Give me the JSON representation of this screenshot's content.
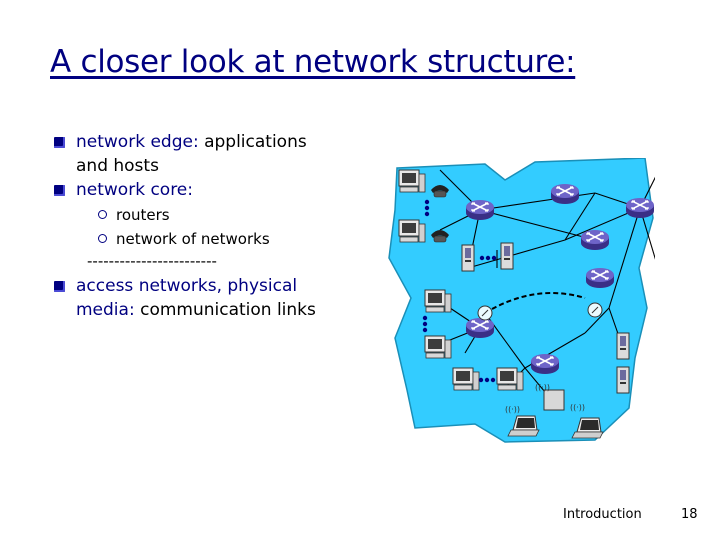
{
  "slide": {
    "title": "A closer look at network structure:",
    "bullets": [
      {
        "highlight": "network edge:",
        "rest": " applications",
        "cont": "and hosts"
      },
      {
        "highlight": "network core:",
        "rest": ""
      }
    ],
    "sub_bullets": [
      "routers",
      "network of networks"
    ],
    "separator": "------------------------",
    "bullet3": {
      "highlight": "access networks, physical",
      "highlight2": "media:",
      "rest": " communication links"
    },
    "footer": "Introduction",
    "page_number": "18"
  },
  "colors": {
    "title": "#000080",
    "highlight": "#000080",
    "cloud": "#33ccff",
    "router": "#5a4ea8"
  },
  "icons": [
    "router-icon",
    "desktop-computer-icon",
    "telephone-icon",
    "server-icon",
    "laptop-icon",
    "wireless-tower-icon"
  ]
}
